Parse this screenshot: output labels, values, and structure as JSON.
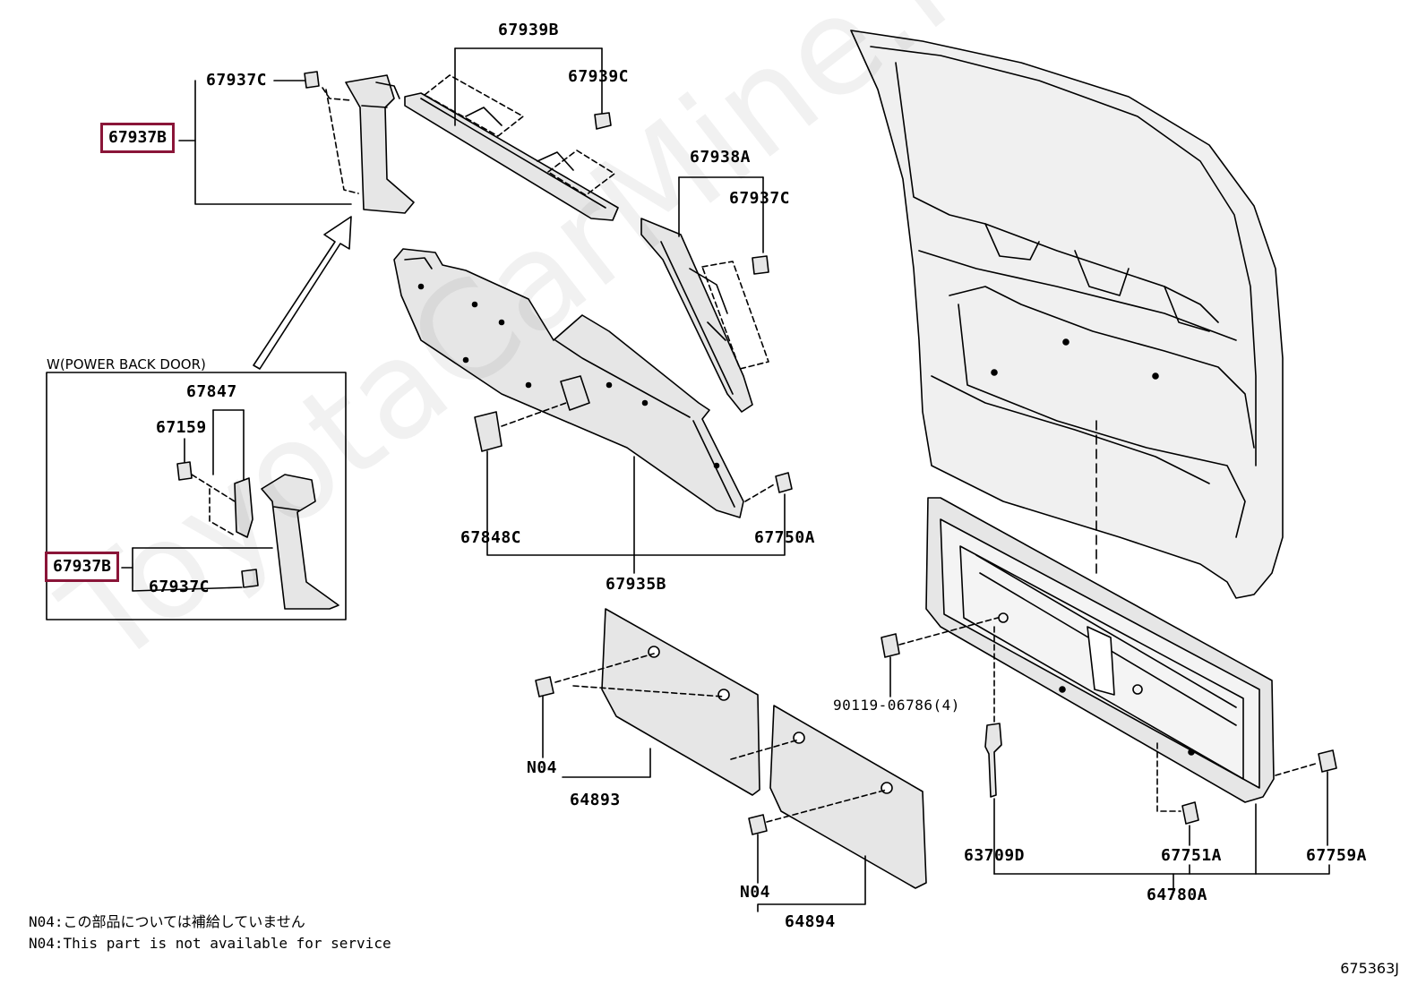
{
  "labels": {
    "p67939B": "67939B",
    "p67937C_top": "67937C",
    "p67939C": "67939C",
    "p67937B_top": "67937B",
    "p67938A": "67938A",
    "p67937C_mid": "67937C",
    "p67847": "67847",
    "p67159": "67159",
    "p67937B_inset": "67937B",
    "p67937C_inset": "67937C",
    "p67848C": "67848C",
    "p67750A": "67750A",
    "p67935B": "67935B",
    "p90119": "90119-06786(4)",
    "n04_a": "N04",
    "p64893": "64893",
    "n04_b": "N04",
    "p64894": "64894",
    "p63709D": "63709D",
    "p67751A": "67751A",
    "p67759A": "67759A",
    "p64780A": "64780A"
  },
  "inset": {
    "title": "W(POWER BACK DOOR)"
  },
  "notes": {
    "jp": "N04:この部品については補給していません",
    "en": "N04:This part is not available for service"
  },
  "watermark": "ToyotaCarMine.ru",
  "figure_code": "675363J",
  "colors": {
    "highlight": "#8a1538",
    "line": "#000000",
    "fill": "#e6e6e6"
  }
}
